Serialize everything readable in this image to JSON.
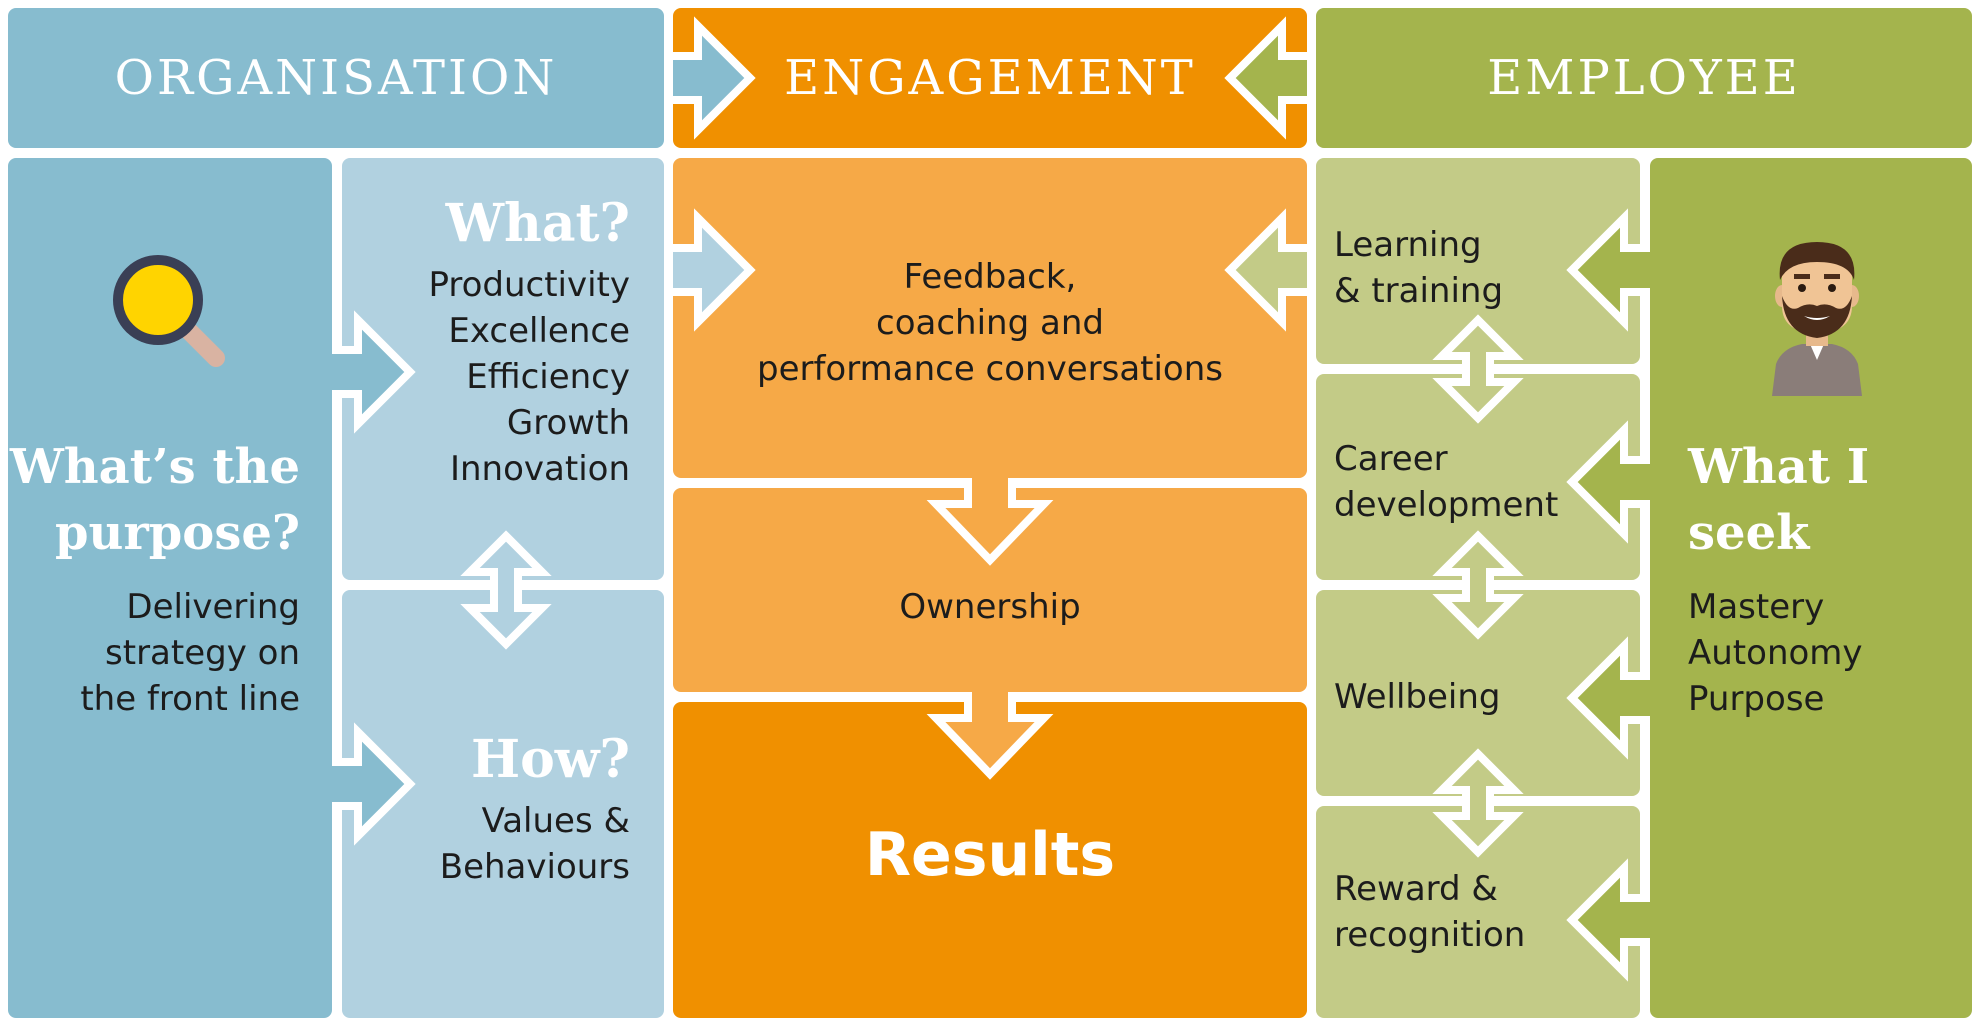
{
  "headers": {
    "organisation": "ORGANISATION",
    "engagement": "ENGAGEMENT",
    "employee": "EMPLOYEE"
  },
  "purpose": {
    "title": [
      "What’s the",
      "purpose?"
    ],
    "text": [
      "Delivering",
      "strategy on",
      "the front line"
    ]
  },
  "what": {
    "title": "What?",
    "items": [
      "Productivity",
      "Excellence",
      "Efficiency",
      "Growth",
      "Innovation"
    ]
  },
  "how": {
    "title": "How?",
    "items": [
      "Values &",
      "Behaviours"
    ]
  },
  "engagement": {
    "feedback": [
      "Feedback,",
      "coaching and",
      "performance conversations"
    ],
    "ownership": "Ownership",
    "results": "Results"
  },
  "employee_items": {
    "learning": [
      "Learning",
      "& training"
    ],
    "career": [
      "Career",
      "development"
    ],
    "wellbeing": "Wellbeing",
    "reward": [
      "Reward &",
      "recognition"
    ]
  },
  "seek": {
    "title": [
      "What I",
      "seek"
    ],
    "items": [
      "Mastery",
      "Autonomy",
      "Purpose"
    ]
  },
  "colors": {
    "blue_dark": "#87bccf",
    "blue_light": "#b1d1e0",
    "orange": "#f09000",
    "orange_light": "#f6a947",
    "green_dark": "#a4b44d",
    "green_light": "#c3cb87"
  },
  "icons": {
    "left": "magnifier-icon",
    "right": "bearded-man-avatar-icon"
  }
}
